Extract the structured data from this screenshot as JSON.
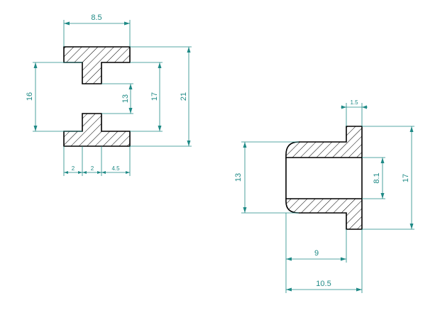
{
  "left_part": {
    "dims": {
      "top_width": "8.5",
      "gap_16": "16",
      "gap_13": "13",
      "height_17": "17",
      "height_21": "21",
      "bottom_1": "2",
      "bottom_2": "2",
      "bottom_3": "4.5"
    }
  },
  "right_part": {
    "dims": {
      "flange": "1.5",
      "height_13": "13",
      "bore_8_1": "8.1",
      "height_17": "17",
      "length_9": "9",
      "length_10_5": "10.5"
    }
  },
  "colors": {
    "dimension": "#1f8a86",
    "outline": "#000000"
  }
}
